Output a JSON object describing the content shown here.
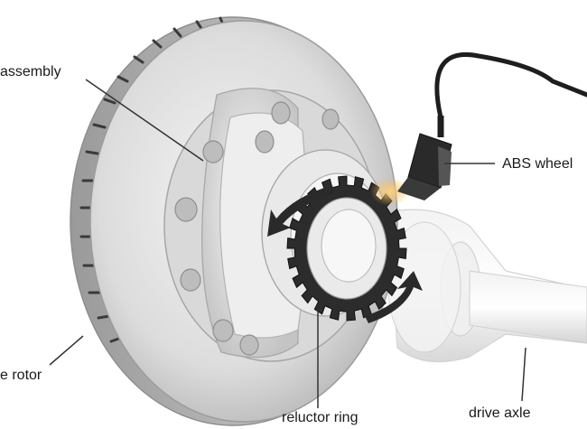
{
  "labels": {
    "hub_assembly": "assembly",
    "abs_sensor": "ABS wheel",
    "brake_rotor": "e rotor",
    "reluctor_ring": "reluctor ring",
    "drive_axle": "drive axle"
  },
  "colors": {
    "metal_light": "#e6e6e6",
    "metal_mid": "#c9c9c9",
    "metal_dark": "#8a8a8a",
    "sensor_cable": "#1e1e1e",
    "sensor_glow": "#f3b24a",
    "rotation_arrow": "#2a2a2a"
  }
}
